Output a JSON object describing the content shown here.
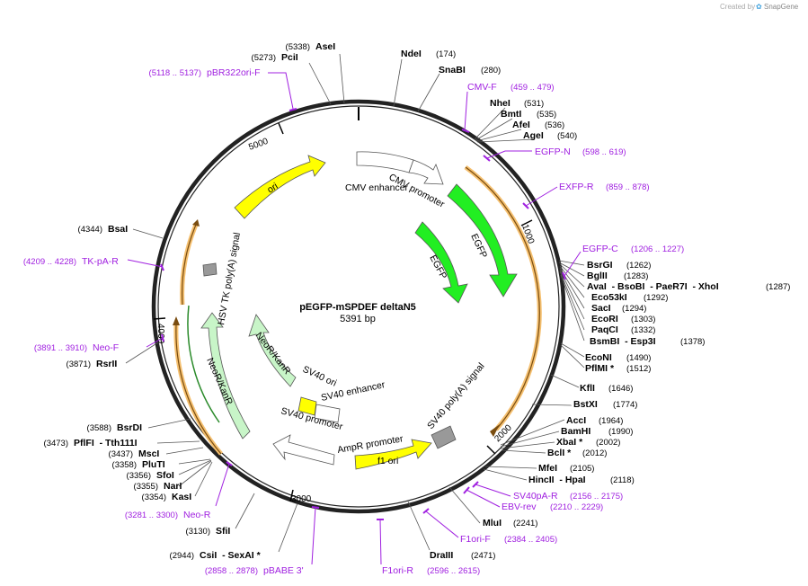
{
  "watermark": {
    "prefix": "Created by",
    "brand": "SnapGene"
  },
  "plasmid": {
    "name": "pEGFP-mSPDEF deltaN5",
    "size": "5391 bp"
  },
  "ticks": [
    "1000",
    "2000",
    "3000",
    "4000",
    "5000"
  ],
  "sites": [
    {
      "name": "AseI",
      "pos": "(5338)"
    },
    {
      "name": "PciI",
      "pos": "(5273)"
    },
    {
      "name": "NdeI",
      "pos": "(174)"
    },
    {
      "name": "SnaBI",
      "pos": "(280)"
    },
    {
      "name": "NheI",
      "pos": "(531)"
    },
    {
      "name": "BmtI",
      "pos": "(535)"
    },
    {
      "name": "AfeI",
      "pos": "(536)"
    },
    {
      "name": "AgeI",
      "pos": "(540)"
    },
    {
      "name": "BsrGI",
      "pos": "(1262)"
    },
    {
      "name": "BglII",
      "pos": "(1283)"
    },
    {
      "name": "AvaI  - BsoBI  - PaeR7I  - XhoI",
      "pos": "(1287)"
    },
    {
      "name": "Eco53kI",
      "pos": "(1292)"
    },
    {
      "name": "SacI",
      "pos": "(1294)"
    },
    {
      "name": "EcoRI",
      "pos": "(1303)"
    },
    {
      "name": "PaqCI",
      "pos": "(1332)"
    },
    {
      "name": "BsmBI  - Esp3I",
      "pos": "(1378)"
    },
    {
      "name": "EcoNI",
      "pos": "(1490)"
    },
    {
      "name": "PflMI *",
      "pos": "(1512)"
    },
    {
      "name": "KflI",
      "pos": "(1646)"
    },
    {
      "name": "BstXI",
      "pos": "(1774)"
    },
    {
      "name": "AccI",
      "pos": "(1964)"
    },
    {
      "name": "BamHI",
      "pos": "(1990)"
    },
    {
      "name": "XbaI *",
      "pos": "(2002)"
    },
    {
      "name": "BclI *",
      "pos": "(2012)"
    },
    {
      "name": "MfeI",
      "pos": "(2105)"
    },
    {
      "name": "HincII  - HpaI",
      "pos": "(2118)"
    },
    {
      "name": "MluI",
      "pos": "(2241)"
    },
    {
      "name": "DraIII",
      "pos": "(2471)"
    },
    {
      "name": "CsiI  - SexAI *",
      "pos": "(2944)"
    },
    {
      "name": "SfiI",
      "pos": "(3130)"
    },
    {
      "name": "KasI",
      "pos": "(3354)"
    },
    {
      "name": "NarI",
      "pos": "(3355)"
    },
    {
      "name": "SfoI",
      "pos": "(3356)"
    },
    {
      "name": "PluTI",
      "pos": "(3358)"
    },
    {
      "name": "MscI",
      "pos": "(3437)"
    },
    {
      "name": "PflFI  - Tth111I",
      "pos": "(3473)"
    },
    {
      "name": "BsrDI",
      "pos": "(3588)"
    },
    {
      "name": "RsrII",
      "pos": "(3871)"
    },
    {
      "name": "BsaI",
      "pos": "(4344)"
    }
  ],
  "primers": [
    {
      "name": "pBR322ori-F",
      "range": "(5118 .. 5137)"
    },
    {
      "name": "CMV-F",
      "range": "(459 .. 479)"
    },
    {
      "name": "EGFP-N",
      "range": "(598 .. 619)"
    },
    {
      "name": "EXFP-R",
      "range": "(859 .. 878)"
    },
    {
      "name": "EGFP-C",
      "range": "(1206 .. 1227)"
    },
    {
      "name": "SV40pA-R",
      "range": "(2156 .. 2175)"
    },
    {
      "name": "EBV-rev",
      "range": "(2210 .. 2229)"
    },
    {
      "name": "F1ori-F",
      "range": "(2384 .. 2405)"
    },
    {
      "name": "F1ori-R",
      "range": "(2596 .. 2615)"
    },
    {
      "name": "pBABE 3'",
      "range": "(2858 .. 2878)"
    },
    {
      "name": "Neo-R",
      "range": "(3281 .. 3300)"
    },
    {
      "name": "Neo-F",
      "range": "(3891 .. 3910)"
    },
    {
      "name": "TK-pA-R",
      "range": "(4209 .. 4228)"
    }
  ],
  "features": [
    {
      "name": "ori",
      "color": "#ffff00"
    },
    {
      "name": "CMV enhancer",
      "color": "#ffffff"
    },
    {
      "name": "CMV promoter",
      "color": "#ffffff"
    },
    {
      "name": "EGFP",
      "color": "#22ee22"
    },
    {
      "name": "EGFP",
      "color": "#22ee22"
    },
    {
      "name": "SV40 poly(A) signal",
      "color": "#999999"
    },
    {
      "name": "f1 ori",
      "color": "#ffff00"
    },
    {
      "name": "AmpR promoter",
      "color": "#ffffff"
    },
    {
      "name": "SV40 promoter",
      "color": "#ffffff"
    },
    {
      "name": "SV40 enhancer",
      "color": "#ffffff"
    },
    {
      "name": "SV40 ori",
      "color": "#ffff00"
    },
    {
      "name": "NeoR/KanR",
      "color": "#c8f5c8"
    },
    {
      "name": "NeoR/KanR",
      "color": "#c8f5c8"
    },
    {
      "name": "HSV TK poly(A) signal",
      "color": "#999999"
    }
  ],
  "colors": {
    "primer": "#a020e0",
    "orf_outline": "#f5c070",
    "backbone": "#222222"
  }
}
